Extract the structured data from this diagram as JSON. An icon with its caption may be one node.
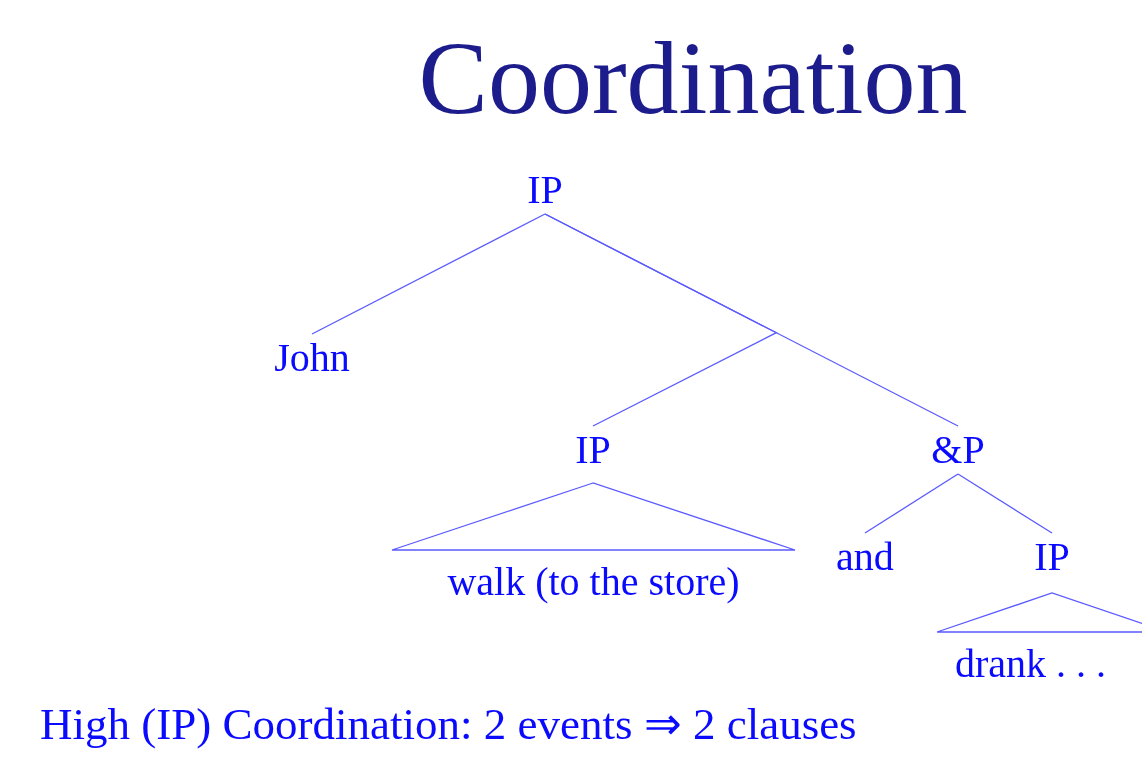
{
  "diagram": {
    "title": "Coordination",
    "caption": "High (IP) Coordination: 2 events ⇒ 2 clauses",
    "nodes": [
      {
        "text": [
          "IP"
        ]
      },
      {
        "text": [
          "John"
        ]
      },
      {
        "text": [
          "IP"
        ]
      },
      {
        "text": [
          "&P"
        ]
      },
      {
        "text": [
          "walk (to the store)"
        ]
      },
      {
        "text": [
          "and"
        ]
      },
      {
        "text": [
          "IP"
        ]
      },
      {
        "text": [
          "drank . . ."
        ]
      }
    ],
    "edges": [
      {
        "from": 0,
        "to": 1,
        "arrow": "none"
      },
      {
        "from": 0,
        "to": 2,
        "arrow": "none"
      },
      {
        "from": 0,
        "to": 3,
        "arrow": "none"
      },
      {
        "from": 3,
        "to": 5,
        "arrow": "none"
      },
      {
        "from": 3,
        "to": 6,
        "arrow": "none"
      }
    ]
  }
}
